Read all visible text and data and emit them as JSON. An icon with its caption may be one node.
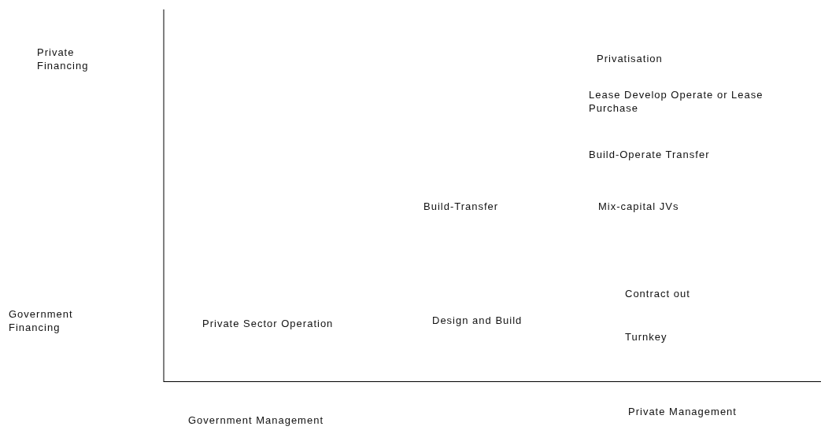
{
  "diagram": {
    "labels": [
      "Private Financing",
      "Privatisation",
      "Lease Develop Operate or Lease Purchase",
      "Build-Operate Transfer",
      "Build-Transfer",
      "Mix-capital JVs",
      "Contract out",
      "Government Financing",
      "Design and Build",
      "Private Sector Operation",
      "Turnkey",
      "Private Management",
      "Government Management"
    ]
  }
}
